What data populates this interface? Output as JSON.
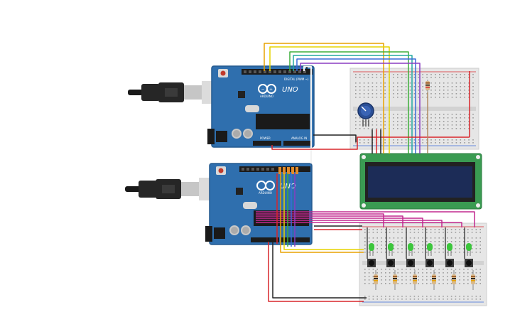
{
  "boards": [
    {
      "id": "uno-1",
      "logo_text": "UNO",
      "brand_text": "ARDUINO",
      "digital_label": "DIGITAL (PWM ~)",
      "power_label": "POWER",
      "analog_label": "ANALOG IN"
    },
    {
      "id": "uno-2",
      "logo_text": "UNO",
      "brand_text": "ARDUINO",
      "digital_label": "",
      "power_label": "",
      "analog_label": ""
    }
  ],
  "colors": {
    "board": "#2f6fae",
    "board_edge": "#255a8f",
    "breadboard": "#e6e6e6",
    "lcd_pcb": "#3a9b52",
    "lcd_screen": "#1c2c57",
    "wire_red": "#d8262b",
    "wire_black": "#222222",
    "wire_orange": "#e8a200",
    "wire_yellow": "#e6d400",
    "wire_green": "#3dae3a",
    "wire_teal": "#23a9a0",
    "wire_blue": "#3a6cd8",
    "wire_purple": "#8a3cc2",
    "wire_magenta": "#c2298f",
    "led": "#3cc63c",
    "pot": "#2a4f96"
  },
  "icons": [
    "usb-cable-icon",
    "potentiometer-icon",
    "led-icon",
    "pushbutton-icon",
    "resistor-icon"
  ]
}
